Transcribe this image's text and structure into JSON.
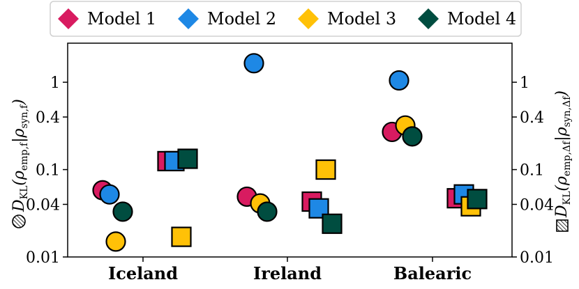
{
  "chart_data": {
    "type": "scatter",
    "categories": [
      "Iceland",
      "Ireland",
      "Balearic"
    ],
    "y_scale": "log",
    "ylim": [
      0.01,
      2.8
    ],
    "yticks": [
      0.01,
      0.04,
      0.1,
      0.4,
      1
    ],
    "ytick_labels": [
      "0.01",
      "0.04",
      "0.1",
      "0.4",
      "1"
    ],
    "left_ylabel": {
      "prefix": "D",
      "sub1": "KL",
      "open": "(ρ",
      "sub2": "emp,f",
      "bar": "|ρ",
      "sub3": "syn,f",
      "close": ")"
    },
    "right_ylabel": {
      "prefix": "D",
      "sub1": "KL",
      "open": "(ρ",
      "sub2": "emp,Δf",
      "bar": "|ρ",
      "sub3": "syn,Δf",
      "close": ")"
    },
    "legend": {
      "placement": "top-center",
      "entries": [
        "Model 1",
        "Model 2",
        "Model 3",
        "Model 4"
      ]
    },
    "series": [
      {
        "name": "Model 1",
        "color": "#D81B60",
        "left_circles": [
          0.058,
          0.049,
          0.27
        ],
        "right_squares": [
          0.125,
          0.043,
          0.047
        ]
      },
      {
        "name": "Model 2",
        "color": "#1E88E5",
        "left_circles": [
          0.052,
          1.65,
          1.05
        ],
        "right_squares": [
          0.125,
          0.036,
          0.052
        ]
      },
      {
        "name": "Model 3",
        "color": "#FFC107",
        "left_circles": [
          0.015,
          0.041,
          0.32
        ],
        "right_squares": [
          0.017,
          0.1,
          0.038
        ]
      },
      {
        "name": "Model 4",
        "color": "#004D40",
        "left_circles": [
          0.033,
          0.033,
          0.24
        ],
        "right_squares": [
          0.133,
          0.024,
          0.046
        ]
      }
    ]
  }
}
